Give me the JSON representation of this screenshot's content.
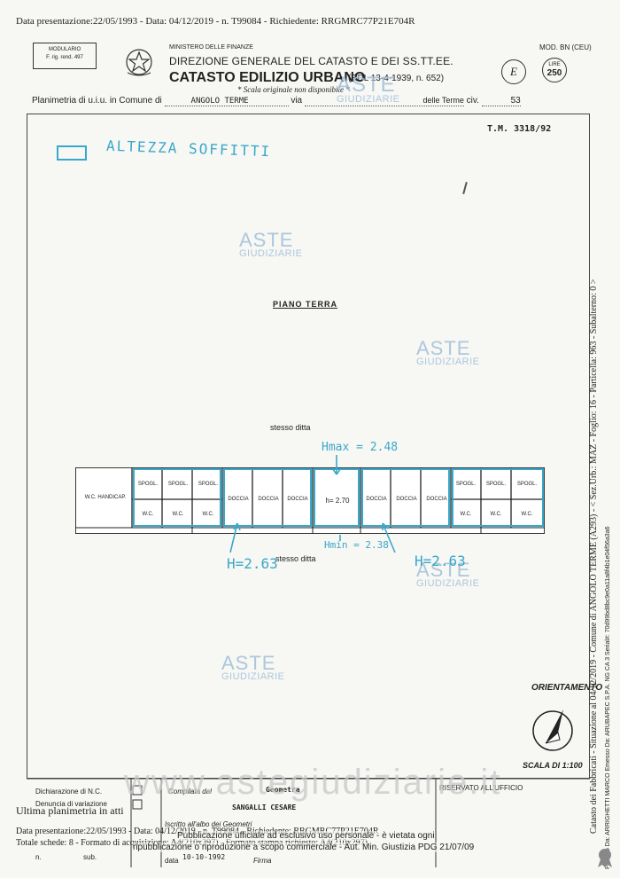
{
  "header": {
    "presentazione": "Data presentazione:22/05/1993 - Data: 04/12/2019 - n. T99084 - Richiedente: RRGMRC77P21E704R",
    "modulario_1": "MODULARIO",
    "modulario_2": "F. rig. rend. 497",
    "ministero": "MINISTERO DELLE FINANZE",
    "direzione": "DIREZIONE GENERALE DEL CATASTO E DEI SS.TT.EE.",
    "catasto": "CATASTO EDILIZIO URBANO",
    "rdl": "(RDL 13-4-1939, n. 652)",
    "scala_orig": "* Scala originale non disponibile *",
    "mod_bn": "MOD. BN (CEU)",
    "e_letter": "E",
    "lire_label": "LIRE",
    "lire_value": "250"
  },
  "plan_row": {
    "prefix": "Planimetria di u.i.u. in Comune di",
    "comune": "ANGOLO TERME",
    "via_label": "via",
    "via": "delle Terme",
    "civ_label": "civ.",
    "civ": "53"
  },
  "drawing": {
    "tm": "T.M. 3318/92",
    "legend": "ALTEZZA SOFFITTI",
    "piano": "PIANO TERRA",
    "stesso_top": "stesso ditta",
    "stesso_bottom": "stesso ditta",
    "hmax": "Hmax = 2.48",
    "hmin": "Hmin = 2.38",
    "h_left": "H=2.63",
    "h_right": "H=2.63",
    "h_center": "h= 2.70",
    "wc_handicap": "W.C. HANDICAP.",
    "spogl": "SPOGL.",
    "wc": "W.C.",
    "doccia": "DOCCIA",
    "orientamento": "ORIENTAMENTO",
    "scala": "SCALA DI 1:100"
  },
  "footer": {
    "dichiarazione": "Dichiarazione di N.C.",
    "denuncia": "Denuncia di variazione",
    "ultima": "Ultima planimetria in atti",
    "compilata": "Compilata dal",
    "geometra": "Geometra",
    "nome": "SANGALLI CESARE",
    "iscritto": "Iscritto all'albo dei Geometri",
    "data_label": "data",
    "data": "10-10-1992",
    "firma": "Firma",
    "riservato": "RISERVATO ALL'UFFICIO",
    "overlay_1": "Data presentazione:22/05/1993 - Data: 04/12/2019 - n. T99084 - Richiedente: RRGMRC77P21E704R",
    "overlay_2": "Totale schede: 8 - Formato di acquisizione: A4(210x297) - Formato stampa richiesto: A4(210x297)",
    "n_label": "n.",
    "sub_label": "sub.",
    "pubblicazione_1": "Pubblicazione ufficiale ad esclusivo uso personale - è vietata ogni",
    "pubblicazione_2": "ripubblicazione o riproduzione a scopo commerciale - Aut. Min. Giustizia PDG 21/07/09"
  },
  "side": {
    "catasto": "Catasto dei Fabbricati - Situazione al 04/12/2019 - Comune di ANGOLO TERME (A293) - < Sez.Urb.: MAZ - Foglio: 16 - Particella: 963 - Subalterno: 0 >",
    "firmato": "Firmato Da: ARRIGHETTI MARCO Emesso Da: ARUBAPEC S.P.A. NG CA 3 Serial#: 70d99bd8bc9e0a11a8f4b1e04f56a3a6"
  },
  "watermarks": {
    "aste": "ASTE",
    "giudiziarie": "GIUDIZIARIE",
    "site": "www.astegiudiziarie.it"
  }
}
